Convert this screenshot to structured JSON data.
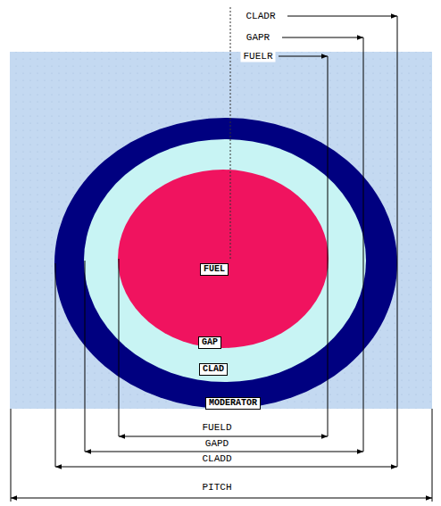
{
  "diagram": {
    "labels": [
      "CLADR",
      "GAPR",
      "FUELR",
      "FUEL",
      "GAP",
      "CLAD",
      "MODERATOR",
      "FUELD",
      "GAPD",
      "CLADD",
      "PITCH"
    ]
  }
}
